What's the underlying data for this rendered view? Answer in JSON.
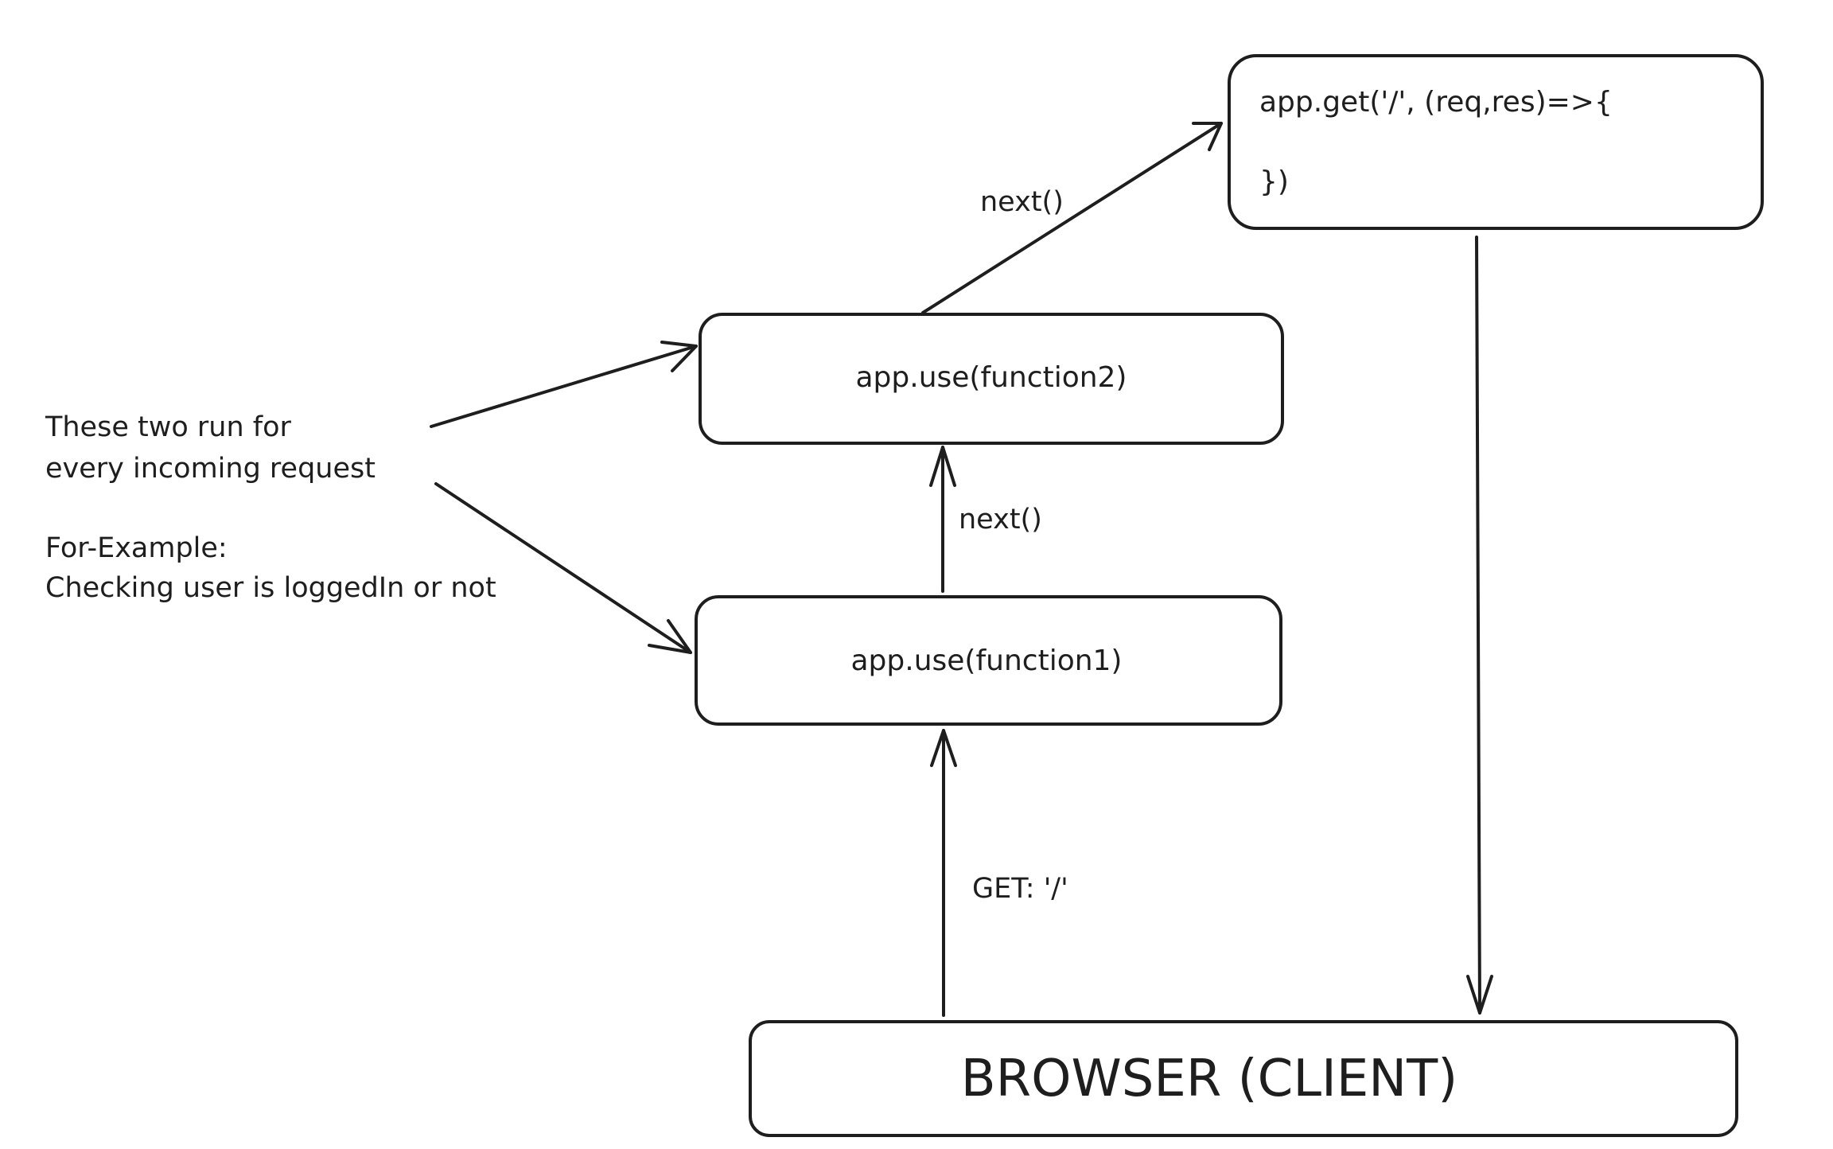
{
  "colors": {
    "stroke": "#1e1e1e",
    "background": "#ffffff"
  },
  "nodes": {
    "route_handler": {
      "line1": "app.get('/', (req,res)=>{",
      "line2": "})"
    },
    "middleware2": {
      "label": "app.use(function2)"
    },
    "middleware1": {
      "label": "app.use(function1)"
    },
    "client": {
      "label": "BROWSER (CLIENT)"
    }
  },
  "annotation": {
    "line1": "These two run for",
    "line2": "every incoming request",
    "line3": "For-Example:",
    "line4": "Checking user is loggedIn or not"
  },
  "edges": {
    "next_upper": "next()",
    "next_lower": "next()",
    "request": "GET: '/'"
  }
}
